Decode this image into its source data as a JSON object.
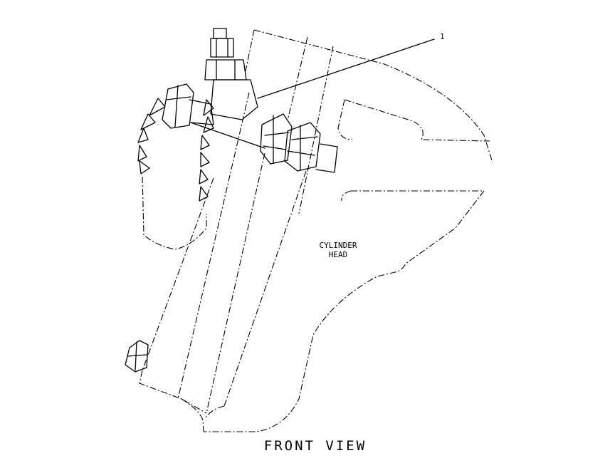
{
  "figure": {
    "title": "FRONT VIEW",
    "callout": "1",
    "part_label_line1": "CYLINDER",
    "part_label_line2": "HEAD"
  }
}
